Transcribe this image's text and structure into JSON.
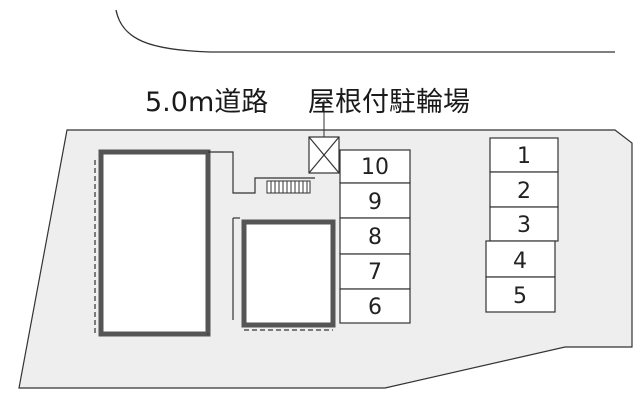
{
  "labels": {
    "road": "5.0m道路",
    "bicycle_shed": "屋根付駐輪場"
  },
  "parking_left": [
    "10",
    "9",
    "8",
    "7",
    "6"
  ],
  "parking_right": [
    "1",
    "2",
    "3",
    "4",
    "5"
  ],
  "colors": {
    "site": "#eeeeee",
    "outline": "#333333",
    "building_wall": "#555555",
    "slot_fill": "#ffffff"
  }
}
